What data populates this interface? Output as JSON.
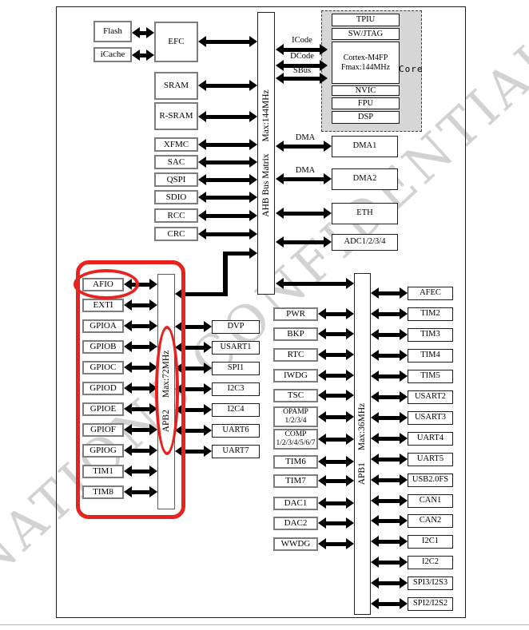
{
  "watermark": "NATIONS CONFIDENTIAL",
  "colors": {
    "annotation_red": "#e8221f",
    "core_fill": "#d6d6d6",
    "watermark_gray": "#d2d2d2"
  },
  "diagram": {
    "flash": "Flash",
    "icache": "iCache",
    "efc": "EFC",
    "sram": "SRAM",
    "rsram": "R-SRAM",
    "ahb_slaves": [
      "XFMC",
      "SAC",
      "QSPI",
      "SDIO",
      "RCC",
      "CRC"
    ],
    "ahb_bus": {
      "name": "AHB Bus Matrix",
      "freq": "Max:144MHz"
    },
    "core": {
      "label": "Core",
      "tpiu": "TPIU",
      "swjtag": "SW/JTAG",
      "cpu": "Cortex-M4FP\nFmax:144MHz",
      "nvic": "NVIC",
      "fpu": "FPU",
      "dsp": "DSP"
    },
    "core_buses": [
      "ICode",
      "DCode",
      "SBus"
    ],
    "dma_label": "DMA",
    "ahb_peripherals": [
      "DMA1",
      "DMA2",
      "ETH",
      "ADC1/2/3/4"
    ],
    "apb2": {
      "name": "APB2",
      "freq": "Max:72MHz",
      "left": [
        "AFIO",
        "EXTI",
        "GPIOA",
        "GPIOB",
        "GPIOC",
        "GPIOD",
        "GPIOE",
        "GPIOF",
        "GPIOG",
        "TIM1",
        "TIM8"
      ],
      "right": [
        "DVP",
        "USART1",
        "SPI1",
        "I2C3",
        "I2C4",
        "UART6",
        "UART7"
      ]
    },
    "apb1": {
      "name": "APB1",
      "freq": "Max:36MHz",
      "left": [
        "PWR",
        "BKP",
        "RTC",
        "IWDG",
        "TSC",
        "OPAMP\n1/2/3/4",
        "COMP\n1/2/3/4/5/6/7",
        "TIM6",
        "TIM7",
        "DAC1",
        "DAC2",
        "WWDG"
      ],
      "right": [
        "AFEC",
        "TIM2",
        "TIM3",
        "TIM4",
        "TIM5",
        "USART2",
        "USART3",
        "UART4",
        "UART5",
        "USB2.0FS",
        "CAN1",
        "CAN2",
        "I2C1",
        "I2C2",
        "SPI3/I2S3",
        "SPI2/I2S2"
      ]
    }
  }
}
